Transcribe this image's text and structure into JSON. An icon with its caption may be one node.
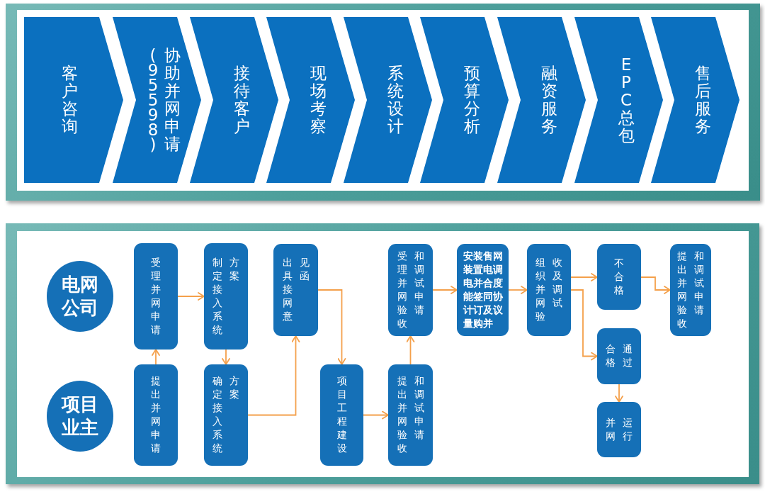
{
  "diagram": {
    "nodes": [
      {
        "text": [
          "客户咨询"
        ]
      },
      {
        "text": [
          "(95598)",
          "协助并网申请"
        ]
      },
      {
        "text": [
          "接待客户"
        ]
      },
      {
        "text": [
          "现场考察"
        ]
      },
      {
        "text": [
          "系统设计"
        ]
      },
      {
        "text": [
          "预算分析"
        ]
      },
      {
        "text": [
          "融资服务"
        ]
      },
      {
        "text": [
          "EPC 总包"
        ]
      },
      {
        "text": [
          "售后服务"
        ]
      },
      {
        "text": [
          "电网公司"
        ]
      },
      {
        "text": [
          "项目业主"
        ]
      },
      {
        "text": [
          "受理并网申请"
        ]
      },
      {
        "text": [
          "提出并网申请"
        ]
      },
      {
        "text": [
          "制定接入系统方案"
        ]
      },
      {
        "text": [
          "确定接入系统方案"
        ]
      },
      {
        "text": [
          "出具接网意见函"
        ]
      },
      {
        "text": [
          "项目工程建设"
        ]
      },
      {
        "text": [
          "受理并网验收和调试申请"
        ]
      },
      {
        "text": [
          "提出并网验收和调试申请"
        ]
      },
      {
        "text": [
          "安装电能计量装置并签订购售电合同及并网调度协议"
        ]
      },
      {
        "text": [
          "组织并网验收及调试"
        ]
      },
      {
        "text": [
          "不合格"
        ]
      },
      {
        "text": [
          "合格通过"
        ]
      },
      {
        "text": [
          "并网运行"
        ]
      },
      {
        "text": [
          "提出并网验收和调试申请"
        ]
      }
    ],
    "edges": [
      {
        "from": 12,
        "to": 11,
        "arrow": "to"
      },
      {
        "from": 11,
        "to": 13,
        "arrow": "to"
      },
      {
        "from": 13,
        "to": 14,
        "arrow": "to"
      },
      {
        "from": 14,
        "to": 15,
        "arrow": "to"
      },
      {
        "from": 15,
        "to": 16,
        "arrow": "to"
      },
      {
        "from": 16,
        "to": 18,
        "arrow": "to"
      },
      {
        "from": 18,
        "to": 17,
        "arrow": "to"
      },
      {
        "from": 17,
        "to": 19,
        "arrow": "to"
      },
      {
        "from": 19,
        "to": 20,
        "arrow": "to"
      },
      {
        "from": 20,
        "to": 21,
        "arrow": "to"
      },
      {
        "from": 20,
        "to": 22,
        "arrow": "to"
      },
      {
        "from": 21,
        "to": 24,
        "arrow": "to"
      },
      {
        "from": 22,
        "to": 23,
        "arrow": "to"
      }
    ]
  }
}
